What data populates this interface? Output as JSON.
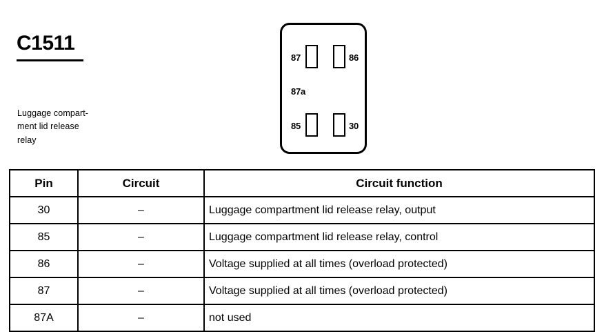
{
  "connector": {
    "id": "C1511",
    "description": "Luggage compartment lid release relay",
    "description_lines": [
      "Luggage compart-",
      "ment lid release",
      "relay"
    ],
    "diagram": {
      "terminals": [
        {
          "label": "87",
          "position": "top-left"
        },
        {
          "label": "86",
          "position": "top-right"
        },
        {
          "label": "87a",
          "position": "middle-left"
        },
        {
          "label": "85",
          "position": "bottom-left"
        },
        {
          "label": "30",
          "position": "bottom-right"
        }
      ]
    }
  },
  "table": {
    "headers": {
      "pin": "Pin",
      "circuit": "Circuit",
      "function": "Circuit function"
    },
    "rows": [
      {
        "pin": "30",
        "circuit": "–",
        "function": "Luggage compartment lid release relay, output"
      },
      {
        "pin": "85",
        "circuit": "–",
        "function": "Luggage compartment lid release relay, control"
      },
      {
        "pin": "86",
        "circuit": "–",
        "function": "Voltage supplied at all times (overload protected)"
      },
      {
        "pin": "87",
        "circuit": "–",
        "function": "Voltage supplied at all times (overload protected)"
      },
      {
        "pin": "87A",
        "circuit": "–",
        "function": "not used"
      }
    ]
  },
  "colors": {
    "ink": "#000000",
    "paper": "#ffffff"
  }
}
